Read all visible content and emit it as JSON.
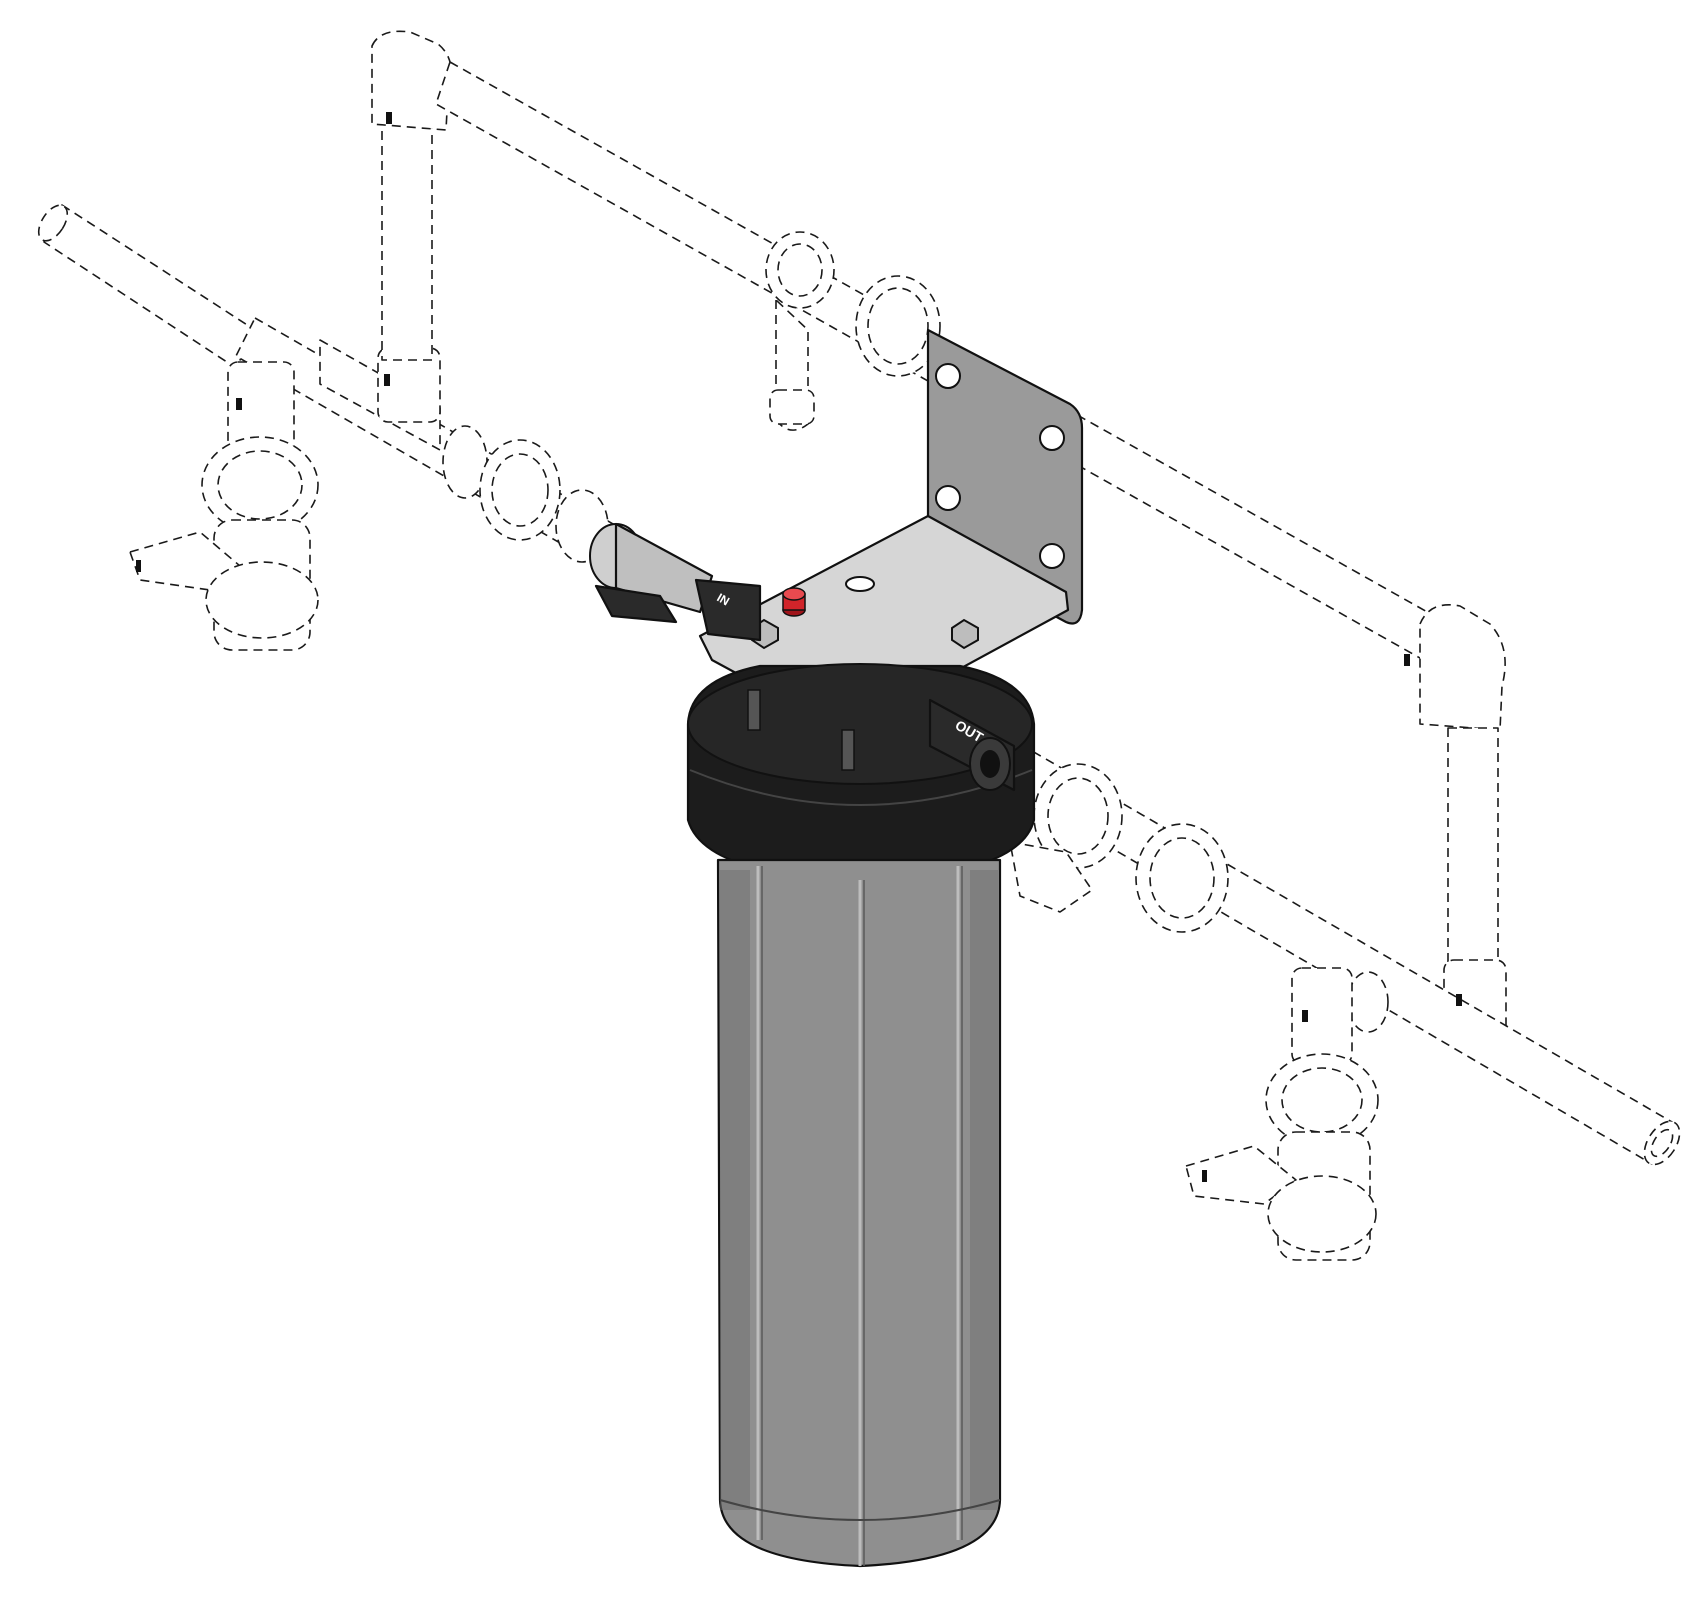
{
  "diagram": {
    "labels": {
      "port_in": "IN",
      "port_out": "OUT"
    },
    "colors": {
      "background": "#ffffff",
      "housing": "#8f8f8f",
      "housing_shade": "#6f6f6f",
      "cap": "#1c1c1c",
      "bracket": "#d6d6d6",
      "bracket_upright": "#9a9a9a",
      "relief_button": "#d1242a",
      "outline": "#111111"
    },
    "components": [
      "filter-housing",
      "filter-cap",
      "mounting-bracket",
      "pressure-relief-button",
      "inlet-ball-valve",
      "outlet-port",
      "bypass-piping-phantom",
      "union-valve-phantom"
    ]
  }
}
